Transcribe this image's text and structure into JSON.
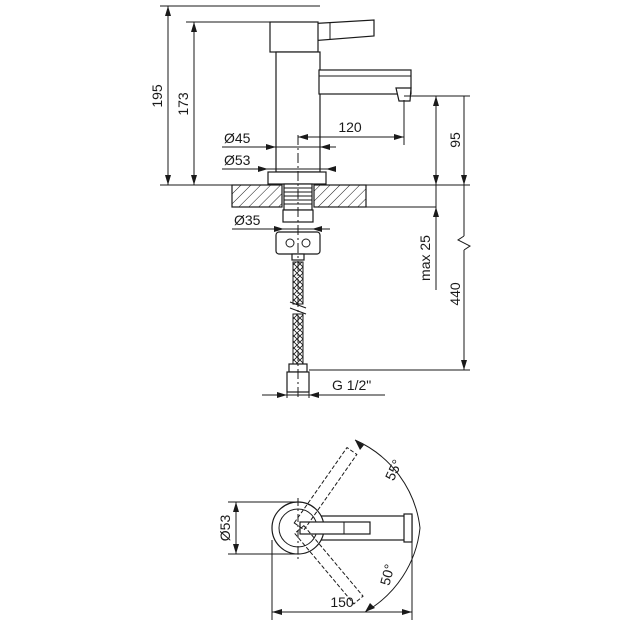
{
  "dimensions": {
    "total_height": "195",
    "spout_height": "173",
    "spout_reach": "120",
    "body_diameter": "Ø45",
    "base_diameter": "Ø53",
    "outlet_height": "95",
    "shank_diameter": "Ø35",
    "max_counter_thickness": "max 25",
    "hose_length": "440",
    "hose_thread": "G 1/2\"",
    "plan_diameter": "Ø53",
    "handle_angle_back": "55°",
    "handle_angle_front": "50°",
    "plan_length": "150"
  },
  "colors": {
    "line": "#1a1a1a",
    "background": "#ffffff"
  }
}
